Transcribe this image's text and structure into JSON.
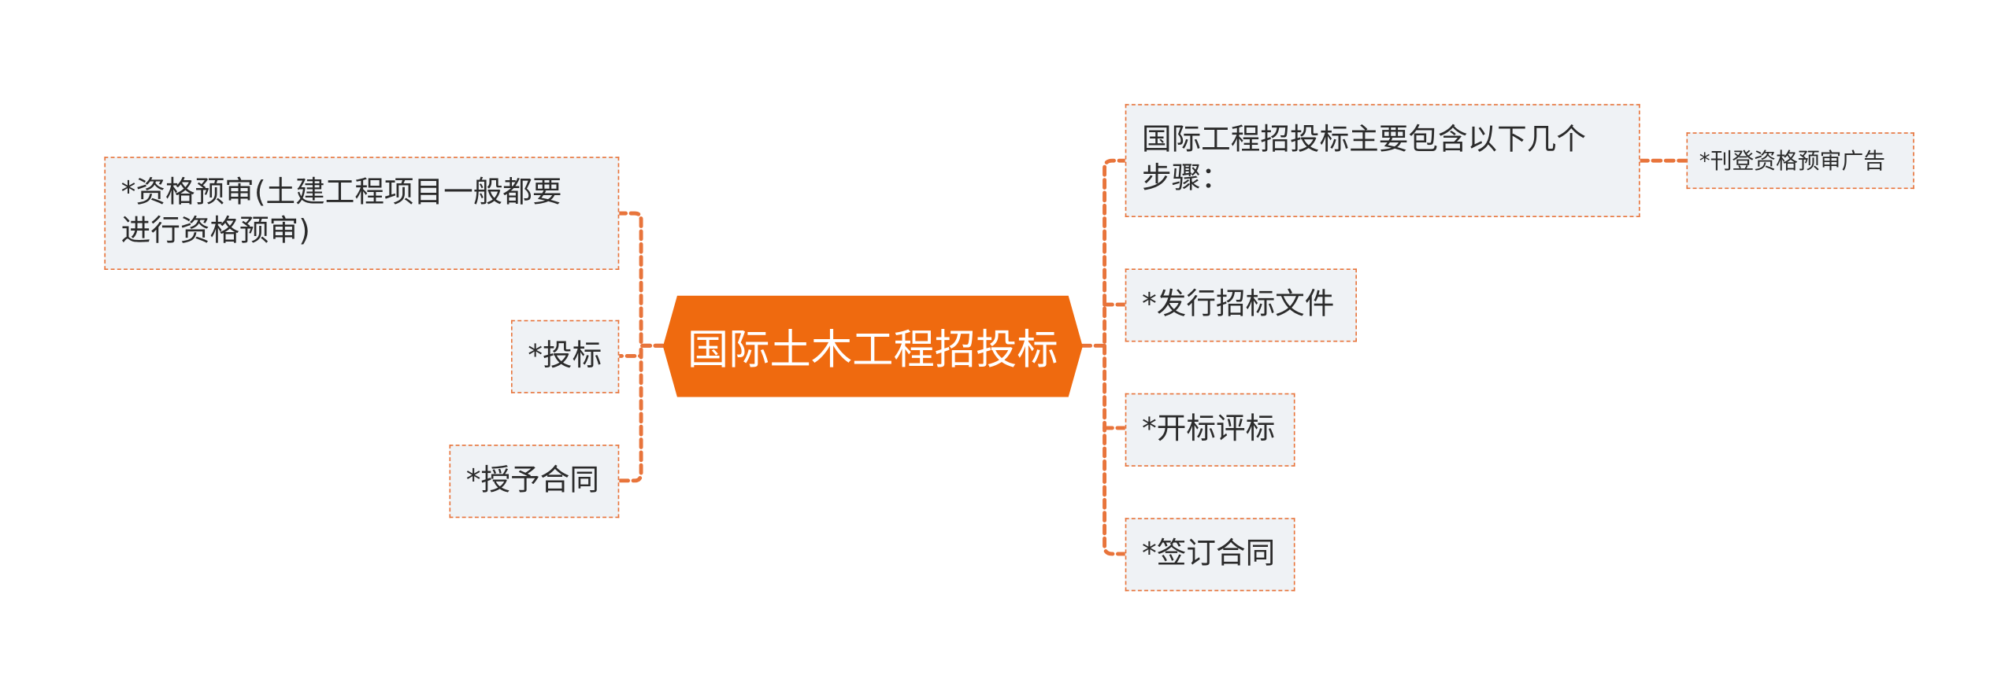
{
  "diagram": {
    "root": "国际土木工程招投标",
    "left": [
      "*资格预审(土建工程项目一般都要\n进行资格预审)",
      "*投标",
      "*授予合同"
    ],
    "right": [
      "国际工程招投标主要包含以下几个\n步骤：",
      "*发行招标文件",
      "*开标评标",
      "*签订合同"
    ],
    "right_sub": [
      "*刊登资格预审广告"
    ]
  },
  "colors": {
    "accent": "#ef6a0f",
    "connector": "#e8743b",
    "node_fill": "#eff2f5",
    "text": "#2b2b2b"
  }
}
